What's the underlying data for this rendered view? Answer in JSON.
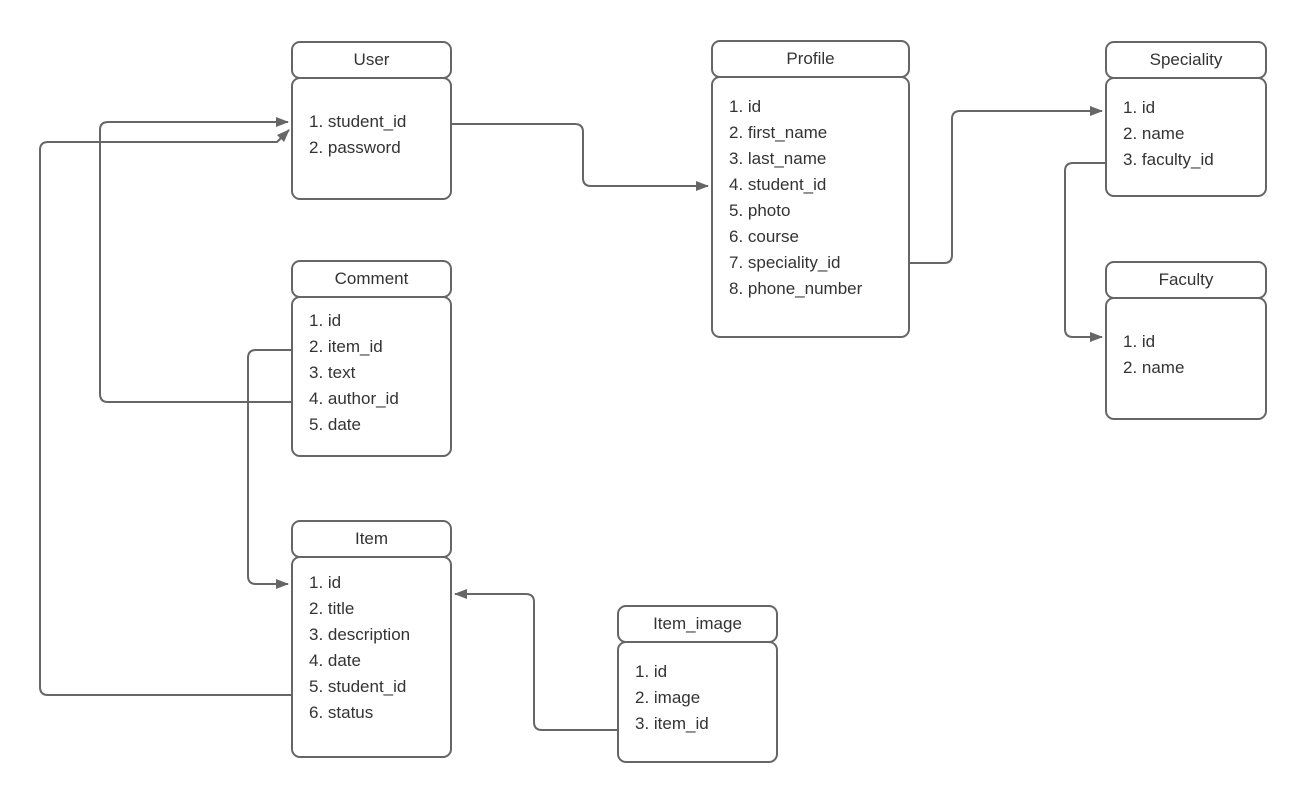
{
  "diagram": {
    "type": "entity-relationship-diagram",
    "background_color": "#ffffff",
    "stroke_color": "#666666",
    "text_color": "#333333",
    "entities": {
      "user": {
        "title": "User",
        "fields": [
          "1. student_id",
          "2. password"
        ]
      },
      "profile": {
        "title": "Profile",
        "fields": [
          "1. id",
          "2. first_name",
          "3. last_name",
          "4. student_id",
          "5. photo",
          "6. course",
          "7. speciality_id",
          "8. phone_number"
        ]
      },
      "speciality": {
        "title": "Speciality",
        "fields": [
          "1. id",
          "2. name",
          "3. faculty_id"
        ]
      },
      "faculty": {
        "title": "Faculty",
        "fields": [
          "1. id",
          "2. name"
        ]
      },
      "comment": {
        "title": "Comment",
        "fields": [
          "1. id",
          "2. item_id",
          "3. text",
          "4. author_id",
          "5. date"
        ]
      },
      "item": {
        "title": "Item",
        "fields": [
          "1. id",
          "2. title",
          "3. description",
          "4. date",
          "5. student_id",
          "6. status"
        ]
      },
      "item_image": {
        "title": "Item_image",
        "fields": [
          "1. id",
          "2. image",
          "3. item_id"
        ]
      }
    },
    "relations": [
      {
        "from": "User.student_id",
        "to": "Profile.student_id"
      },
      {
        "from": "Profile.speciality_id",
        "to": "Speciality.id"
      },
      {
        "from": "Speciality.faculty_id",
        "to": "Faculty.id"
      },
      {
        "from": "Comment.item_id",
        "to": "Item.id"
      },
      {
        "from": "Comment.author_id",
        "to": "User.student_id"
      },
      {
        "from": "Item.student_id",
        "to": "User.student_id"
      },
      {
        "from": "Item_image.item_id",
        "to": "Item.id"
      }
    ]
  }
}
